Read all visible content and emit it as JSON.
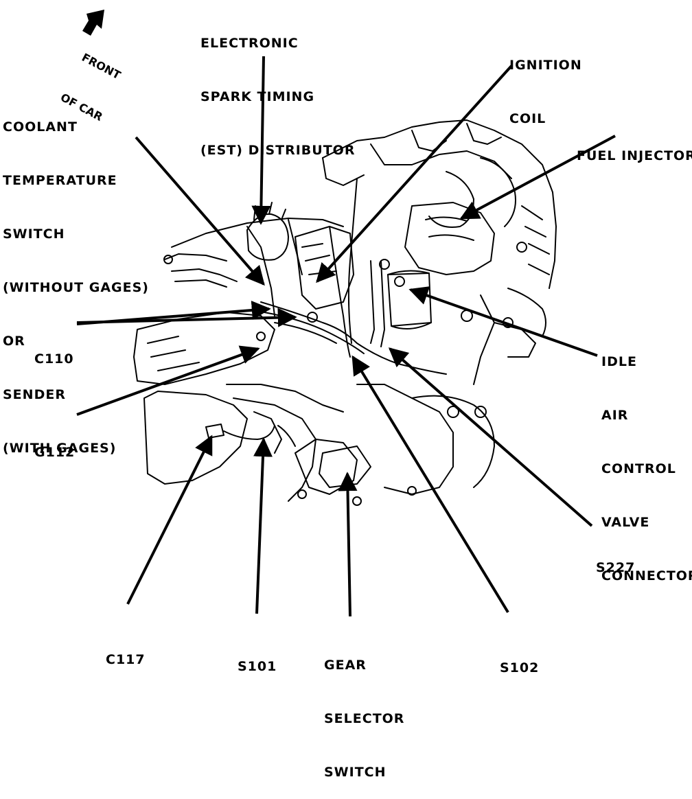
{
  "orientation": {
    "lines": [
      "FRONT",
      "OF CAR"
    ]
  },
  "labels": {
    "est_distributor": [
      "ELECTRONIC",
      "SPARK TIMING",
      "(EST) DISTRIBUTOR"
    ],
    "ignition_coil": [
      "IGNITION",
      "COIL"
    ],
    "coolant_temp": [
      "COOLANT",
      "TEMPERATURE",
      "SWITCH",
      "(WITHOUT GAGES)",
      "OR",
      "SENDER",
      "(WITH GAGES)"
    ],
    "fuel_injector": [
      "FUEL INJECTOR"
    ],
    "c110": [
      "C110"
    ],
    "idle_air": [
      "IDLE",
      "AIR",
      "CONTROL",
      "VALVE",
      "CONNECTOR"
    ],
    "g112": [
      "G112"
    ],
    "s227": [
      "S227"
    ],
    "c117": [
      "C117"
    ],
    "s101": [
      "S101"
    ],
    "gear_selector": [
      "GEAR",
      "SELECTOR",
      "SWITCH"
    ],
    "s102": [
      "S102"
    ]
  },
  "colors": {
    "ink": "#000000",
    "paper": "#ffffff"
  }
}
